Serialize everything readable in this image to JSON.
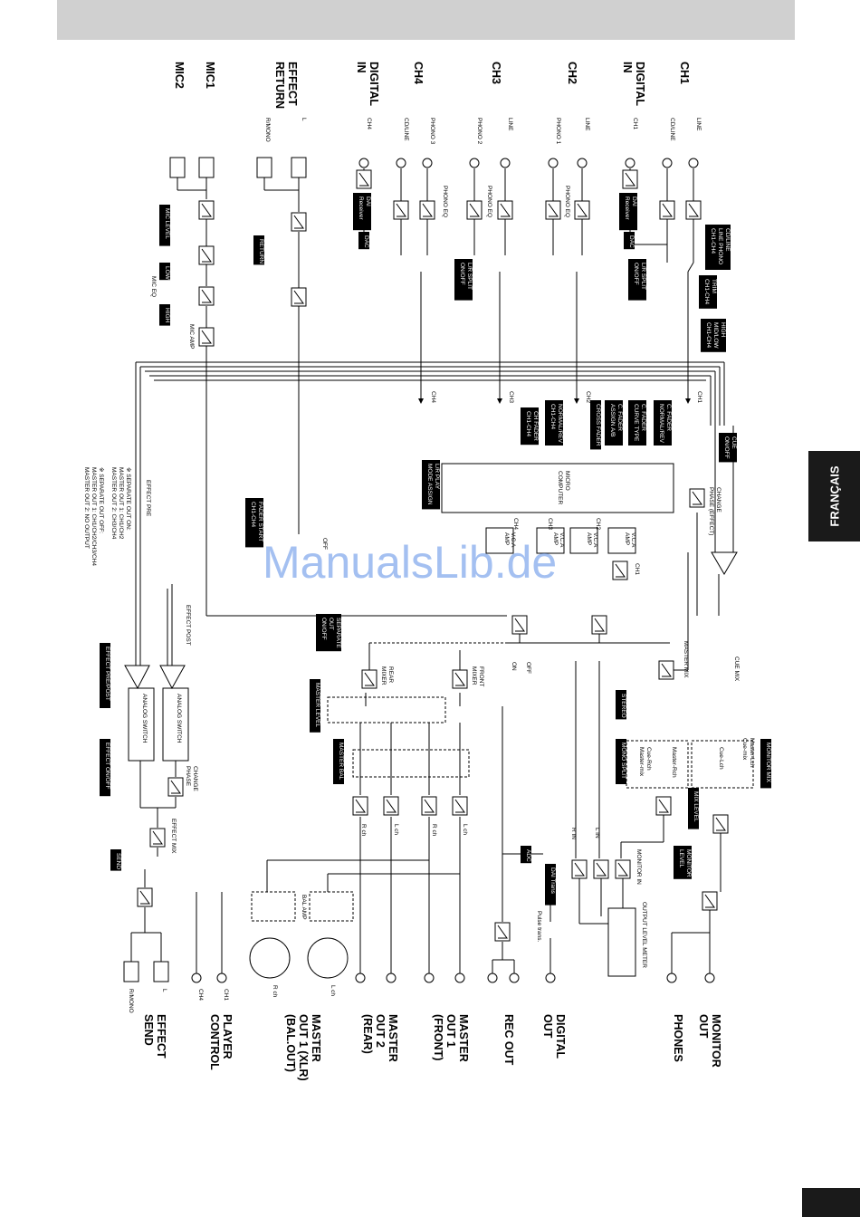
{
  "side_tab": {
    "label": "FRANÇAIS"
  },
  "watermark": "ManualsLib.de",
  "inputs": [
    {
      "id": "ch1",
      "title": [
        "CH1"
      ],
      "sockets": [
        "LINE",
        "CD/LINE"
      ]
    },
    {
      "id": "digital-in-1",
      "title": [
        "DIGITAL",
        "IN"
      ],
      "sockets": [
        "CH1"
      ]
    },
    {
      "id": "ch2",
      "title": [
        "CH2"
      ],
      "sockets": [
        "LINE",
        "PHONO 1"
      ]
    },
    {
      "id": "ch3",
      "title": [
        "CH3"
      ],
      "sockets": [
        "LINE",
        "PHONO 2"
      ]
    },
    {
      "id": "ch4",
      "title": [
        "CH4"
      ],
      "sockets": [
        "PHONO 3",
        "CD/LINE"
      ]
    },
    {
      "id": "digital-in-4",
      "title": [
        "DIGITAL",
        "IN"
      ],
      "sockets": [
        "CH4"
      ]
    },
    {
      "id": "effect-return",
      "title": [
        "EFFECT",
        "RETURN"
      ],
      "sockets": [
        "L",
        "R/MONO"
      ]
    },
    {
      "id": "mic1",
      "title": [
        "MIC1"
      ],
      "sockets": []
    },
    {
      "id": "mic2",
      "title": [
        "MIC2"
      ],
      "sockets": []
    }
  ],
  "outputs": [
    {
      "id": "monitor-out",
      "title": [
        "MONITOR",
        "OUT"
      ]
    },
    {
      "id": "phones",
      "title": [
        "PHONES"
      ]
    },
    {
      "id": "digital-out",
      "title": [
        "DIGITAL",
        "OUT"
      ]
    },
    {
      "id": "rec-out",
      "title": [
        "REC OUT"
      ]
    },
    {
      "id": "master-out-1",
      "title": [
        "MASTER",
        "OUT 1",
        "(FRONT)"
      ]
    },
    {
      "id": "master-out-2",
      "title": [
        "MASTER",
        "OUT 2",
        "(REAR)"
      ]
    },
    {
      "id": "master-out-xlr",
      "title": [
        "MASTER",
        "OUT 1 (XLR)",
        "(BAL.OUT)"
      ]
    },
    {
      "id": "player-control",
      "title": [
        "PLAYER",
        "CONTROL"
      ]
    },
    {
      "id": "effect-send",
      "title": [
        "EFFECT",
        "SEND"
      ]
    }
  ],
  "output_jacks": {
    "rch": "R ch",
    "lch": "L ch",
    "ch4": "CH4",
    "ch1": "CH1",
    "rmono": "R/MONO",
    "l": "L"
  },
  "black_labels": {
    "cue_sel": [
      "CD/LINE",
      "LINE PHONO",
      "CH1-CH4"
    ],
    "lr_split_1": [
      "L/R SPLIT",
      "ON/OFF"
    ],
    "trim": [
      "TRIM",
      "CH1-CH4"
    ],
    "high_mid_low": [
      "HIGH",
      "MID/LOW",
      "CH1-CH4"
    ],
    "lr_split_3": [
      "L/R SPLIT",
      "ON/OFF"
    ],
    "cue_onoff": [
      "CUE",
      "ON/OFF"
    ],
    "c_fader_normal": [
      "C. FADER",
      "NORMAL/REV"
    ],
    "c_fader_curve": [
      "C. FADER",
      "CURVE TYPE"
    ],
    "c_fader_assign": [
      "C. FADER",
      "ASSIGN A/B"
    ],
    "cross_fader": [
      "CROSS FADER"
    ],
    "normal_rev": [
      "NORMAL/REV",
      "CH1-CH4"
    ],
    "ch_fader": [
      "CH FADER",
      "CH1-CH4"
    ],
    "lr_play": [
      "L/R PLAY",
      "MODE ASSIGN"
    ],
    "fader_start": [
      "FADER START",
      "CH1-CH4"
    ],
    "mic_level": [
      "MIC LEVEL"
    ],
    "low": [
      "LOW"
    ],
    "high": [
      "HIGH"
    ],
    "return": [
      "RETURN"
    ],
    "separate_out": [
      "SEPARATE",
      "OUT",
      "ON/OFF"
    ],
    "master_level": [
      "MASTER LEVEL"
    ],
    "master_bal": [
      "MASTER BAL"
    ],
    "stereo": [
      "STEREO"
    ],
    "mono_split": [
      "MONO SPLIT"
    ],
    "mix_level": [
      "MIX LEVEL"
    ],
    "monitor_mix": [
      "MONITOR MIX"
    ],
    "monitor_level": [
      "MONITOR",
      "LEVEL"
    ],
    "effect_prepost": [
      "EFFECT PRE/POST"
    ],
    "effect_onoff": [
      "EFFECT ON/OFF"
    ],
    "send": [
      "SEND"
    ],
    "adc": [
      "ADC"
    ],
    "dai_trans": [
      "DAI Trans"
    ],
    "dai_rx_1": [
      "DAI",
      "Receiver"
    ],
    "dac_1": [
      "DAC"
    ],
    "dai_rx_4": [
      "DAI",
      "Receiver"
    ],
    "dac_4": [
      "DAC"
    ]
  },
  "small_labels": {
    "phono_eq": "PHONO EQ",
    "mic_eq": "MIC EQ",
    "mic_amp": "MIC AMP",
    "micro_computer": [
      "MICRO",
      "COMPUTER"
    ],
    "change_phase_effect": [
      "CHANGE",
      "PHASE (EFFECT)"
    ],
    "vca_amp": [
      "V.C.A",
      "AMP"
    ],
    "cue_mix": "CUE MIX",
    "master_mix": "MASTER MIX",
    "front_mixer": [
      "FRONT",
      "MIXER"
    ],
    "rear_mixer": [
      "REAR",
      "MIXER"
    ],
    "on": "ON",
    "off": "OFF",
    "effect_pre": "EFFECT PRE",
    "effect_post": "EFFECT POST",
    "analog_switch": "ANALOG SWITCH",
    "change_phase": [
      "CHANGE",
      "PHASE"
    ],
    "effect_mix": "EFFECT MIX",
    "r_in": "R IN",
    "l_in": "L IN",
    "monitor_in": "MONITOR IN",
    "output_level_meter": "OUTPUT LEVEL METER",
    "pulse_trans": "Pulse trans.",
    "bal_amp": "BAL AMP",
    "cue_rch": [
      "Cue-Rch",
      "Master-mix"
    ],
    "master_rch": "Master-Rch",
    "cue_lch": "Cue-Lch",
    "cue_mix_master": [
      "Master-Lch",
      "Cue-mix"
    ],
    "ch_names": [
      "CH1",
      "CH2",
      "CH3",
      "CH4"
    ]
  },
  "notes": [
    "※ SEPARATE OUT ON:",
    "MASTER OUT 1: CH1/CH2",
    "MASTER OUT 2: CH3/CH4",
    "※ SEPARATE OUT OFF:",
    "MASTER OUT 1: CH1/CH2/CH3/CH4",
    "MASTER OUT 2: NO OUTPUT"
  ]
}
